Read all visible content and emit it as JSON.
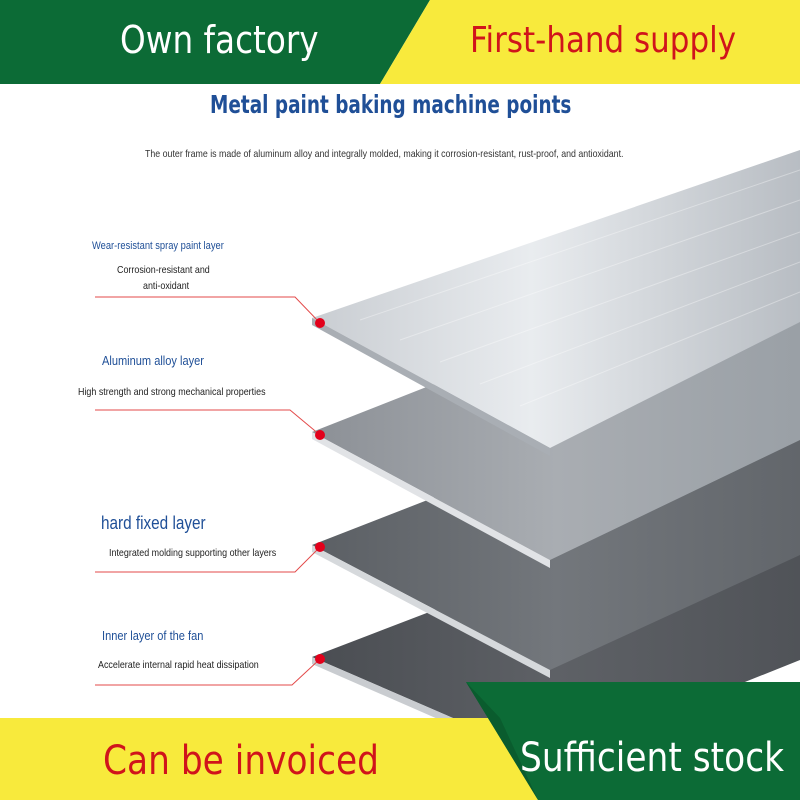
{
  "banners": {
    "top_left": "Own factory",
    "top_right": "First-hand supply",
    "bottom_left": "Can be invoiced",
    "bottom_right": "Sufficient stock"
  },
  "heading": {
    "title": "Metal paint baking machine points",
    "description": "The outer frame is made of aluminum alloy and integrally molded, making it corrosion-resistant, rust-proof, and antioxidant."
  },
  "layers": [
    {
      "title": "Wear-resistant spray paint layer",
      "desc_line1": "Corrosion-resistant and",
      "desc_line2": "anti-oxidant"
    },
    {
      "title": "Aluminum alloy layer",
      "desc_line1": "High strength and strong mechanical properties"
    },
    {
      "title": "hard fixed layer",
      "desc_line1": "Integrated molding supporting other layers"
    },
    {
      "title": "Inner layer of the fan",
      "desc_line1": "Accelerate internal rapid heat dissipation"
    }
  ],
  "colors": {
    "green": "#0c6b36",
    "yellow": "#f8ea3c",
    "red_text": "#d0141b",
    "title_blue": "#1f4f97",
    "marker_red": "#e3001b"
  }
}
